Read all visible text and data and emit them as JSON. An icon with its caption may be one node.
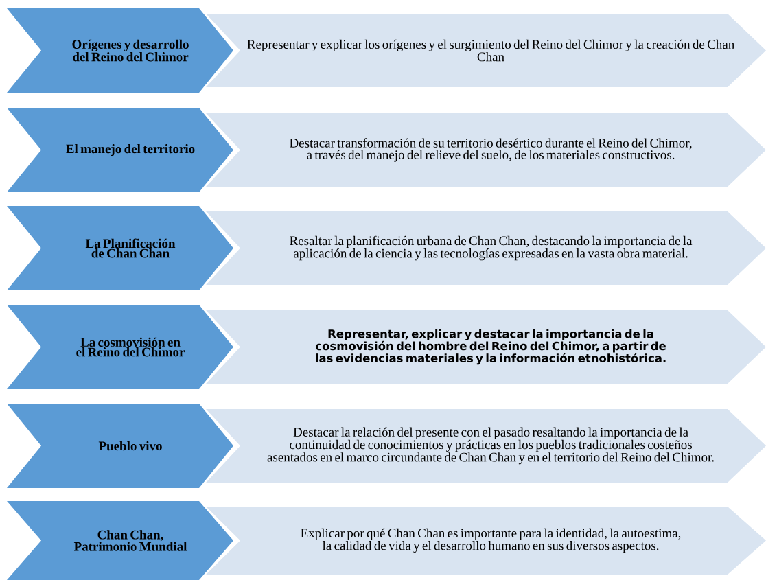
{
  "diagram": {
    "nodes": [
      {
        "text": [
          "Orígenes y desarrollo del Reino del Chimor"
        ]
      },
      {
        "text": [
          "Representar y explicar los orígenes y el surgimiento del Reino del Chimor y la creación de Chan Chan"
        ]
      },
      {
        "text": [
          "El manejo del territorio"
        ]
      },
      {
        "text": [
          "Destacar transformación de su territorio desértico durante el Reino del Chimor, a través del manejo del relieve del suelo, de los materiales constructivos."
        ]
      },
      {
        "text": [
          "La Planificación de Chan Chan"
        ]
      },
      {
        "text": [
          "Resaltar la planificación urbana de Chan Chan, destacando la importancia de la aplicación de la ciencia y las tecnologías expresadas en la vasta obra material."
        ]
      },
      {
        "text": [
          "La cosmovisión en el Reino del Chimor"
        ]
      },
      {
        "text": [
          "Representar, explicar y destacar la importancia de la cosmovisión del hombre del Reino del Chimor, a partir de las evidencias materiales y la información etnohistórica."
        ]
      },
      {
        "text": [
          "Pueblo vivo"
        ]
      },
      {
        "text": [
          "Destacar la relación del presente con el pasado resaltando la importancia de la continuidad de conocimientos y prácticas en los pueblos tradicionales costeños asentados en el marco circundante de Chan Chan y en el territorio del Reino del Chimor."
        ]
      },
      {
        "text": [
          "Chan Chan, Patrimonio Mundial"
        ]
      },
      {
        "text": [
          "Explicar por qué Chan Chan es importante para la identidad, la autoestima, la calidad de vida y el desarrollo humano en sus diversos aspectos."
        ]
      }
    ]
  }
}
